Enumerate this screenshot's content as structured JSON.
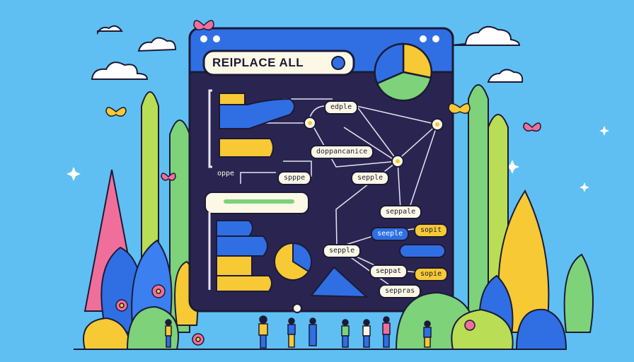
{
  "search": {
    "value": "RElPLACE ALL"
  },
  "node_labels": [
    "edple",
    "doppancanice",
    "oppe",
    "spppe",
    "sepple",
    "seppale",
    "seeple",
    "sopit",
    "sepple",
    "seppat",
    "sopie",
    "seppras"
  ],
  "colors": {
    "sky": "#5fbff2",
    "window_frame": "#2f6fe3",
    "window_body": "#2a2550",
    "accent_yellow": "#f6c935",
    "accent_blue": "#2f6fe3",
    "accent_green": "#7ed27a",
    "accent_pink": "#f06f9a"
  }
}
